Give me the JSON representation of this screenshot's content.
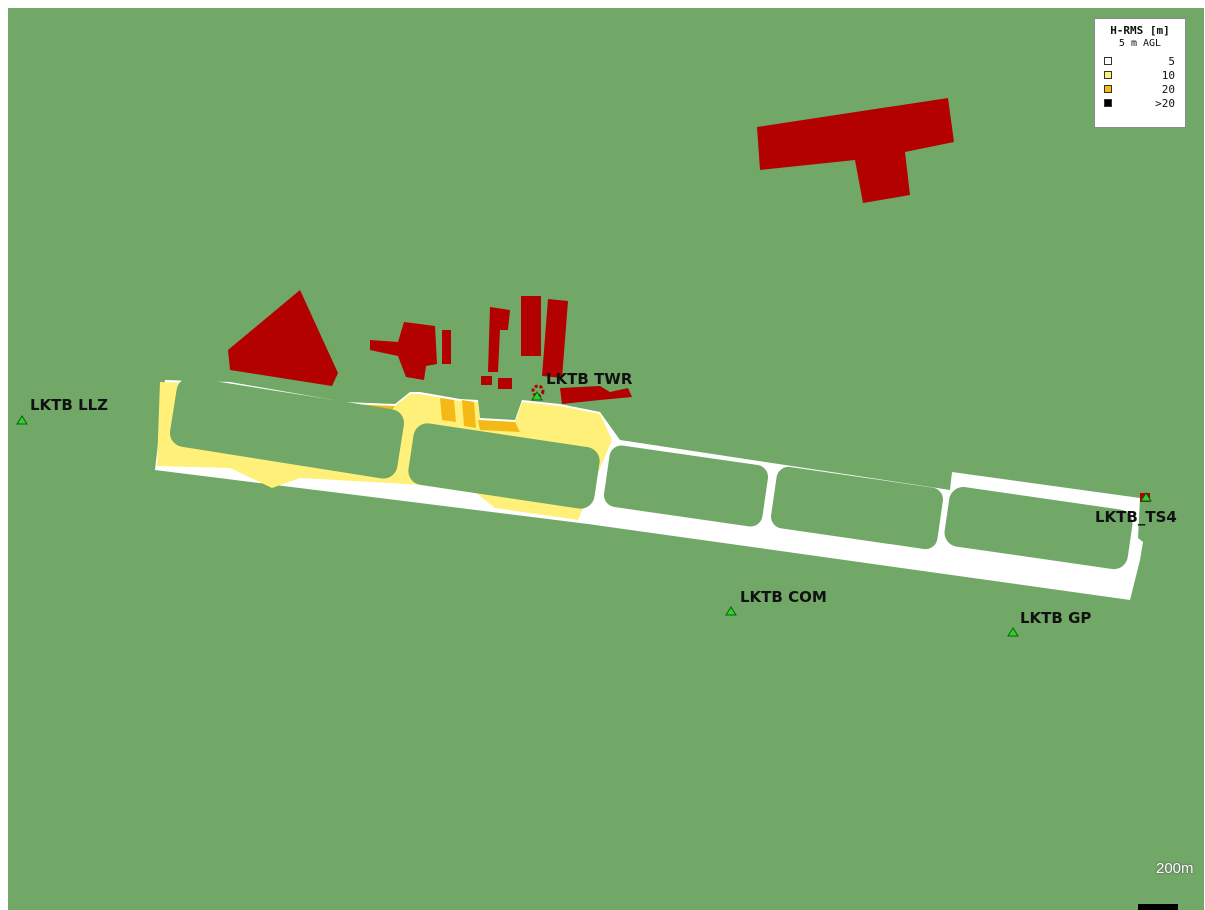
{
  "colors": {
    "terrain": "#71a867",
    "runway": "#ffffff",
    "building": "#b30000",
    "station_marker": "#2fd02f",
    "level_5": "#ffffff",
    "level_10": "#fff07a",
    "level_20": "#f4b817",
    "level_over_20": "#000000"
  },
  "legend": {
    "title": "H-RMS [m]",
    "subtitle": "5 m AGL",
    "items": [
      {
        "label": "5",
        "color": "#ffffff"
      },
      {
        "label": "10",
        "color": "#fff07a"
      },
      {
        "label": "20",
        "color": "#f4b817"
      },
      {
        "label": ">20",
        "color": "#000000"
      }
    ]
  },
  "stations": [
    {
      "name": "LKTB LLZ",
      "marker": "triangle-icon"
    },
    {
      "name": "LKTB TWR",
      "marker": "triangle-icon"
    },
    {
      "name": "LKTB_TS4",
      "marker": "triangle-icon"
    },
    {
      "name": "LKTB COM",
      "marker": "triangle-icon"
    },
    {
      "name": "LKTB GP",
      "marker": "triangle-icon"
    }
  ],
  "scale": {
    "label": "200m"
  }
}
